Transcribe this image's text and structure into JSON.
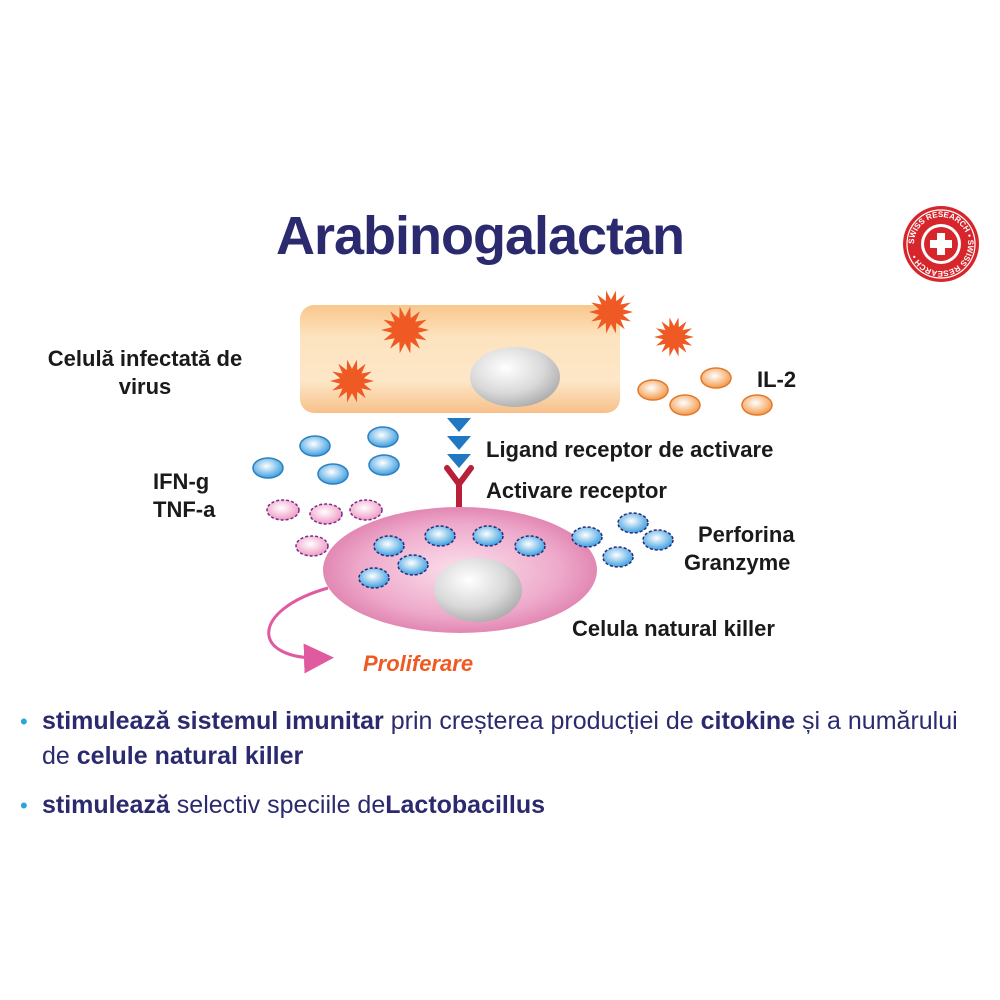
{
  "title": "Arabinogalactan",
  "logo": {
    "text": "SWISS RESEARCH",
    "icon": "swiss-cross-seal",
    "color": "#d6262b"
  },
  "labels": {
    "infected_cell": "Celulă infectată de virus",
    "il2": "IL-2",
    "ligand": "Ligand receptor de activare",
    "activation": "Activare receptor",
    "ifn": "IFN-g",
    "tnf": "TNF-a",
    "perforina": "Perforina",
    "granzyme": "Granzyme",
    "nk_cell": "Celula natural killer",
    "proliferation": "Proliferare"
  },
  "bullets": [
    {
      "parts": [
        {
          "text": "stimulează sistemul imunitar",
          "bold": true
        },
        {
          "text": " prin creșterea producției de ",
          "bold": false
        },
        {
          "text": "citokine",
          "bold": true
        },
        {
          "text": " și a numărului de ",
          "bold": false
        },
        {
          "text": "celule natural killer",
          "bold": true
        }
      ]
    },
    {
      "parts": [
        {
          "text": "stimulează",
          "bold": true
        },
        {
          "text": " selectiv speciile de",
          "bold": false
        },
        {
          "text": "Lactobacillus",
          "bold": true
        }
      ]
    }
  ],
  "colors": {
    "title": "#2b2a6e",
    "virus": "#ef5a24",
    "infected_cell": "#fbd9a8",
    "nk_cell": "#e58bb5",
    "cytokine_blue": "#4aa8e0",
    "cytokine_orange": "#f5a052",
    "cytokine_pink": "#f3b8d4",
    "arrow": "#1f78c1",
    "receptor": "#b8203a",
    "bullet_dot": "#2aa4dd"
  }
}
